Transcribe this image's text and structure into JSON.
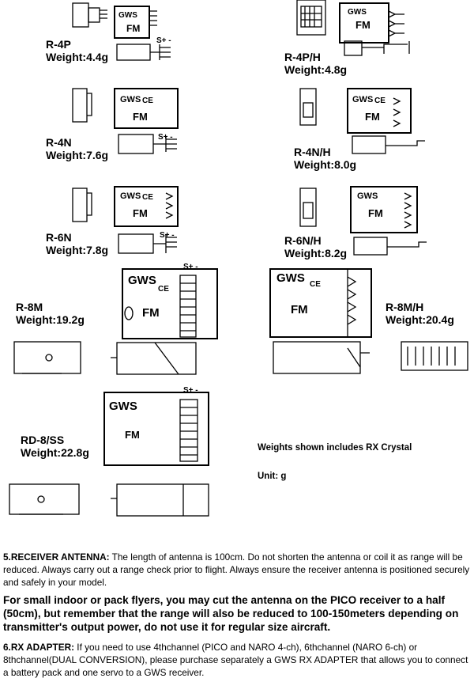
{
  "receivers": [
    {
      "model": "R-4P",
      "weight": "Weight:4.4g"
    },
    {
      "model": "R-4P/H",
      "weight": "Weight:4.8g"
    },
    {
      "model": "R-4N",
      "weight": "Weight:7.6g"
    },
    {
      "model": "R-4N/H",
      "weight": "Weight:8.0g"
    },
    {
      "model": "R-6N",
      "weight": "Weight:7.8g"
    },
    {
      "model": "R-6N/H",
      "weight": "Weight:8.2g"
    },
    {
      "model": "R-8M",
      "weight": "Weight:19.2g"
    },
    {
      "model": "R-8M/H",
      "weight": "Weight:20.4g"
    },
    {
      "model": "RD-8/SS",
      "weight": "Weight:22.8g"
    }
  ],
  "notes": {
    "weights": "Weights shown includes RX Crystal",
    "unit": "Unit: g"
  },
  "labels": {
    "brand": "GWS",
    "fm": "FM",
    "ce": "CE",
    "sign": "S+ -"
  },
  "sections": {
    "antenna_title": "5.RECEIVER ANTENNA:",
    "antenna_body": " The length of antenna is 100cm. Do not shorten the antenna or coil it as range will be reduced. Always carry out a range check prior to flight. Always ensure the receiver antenna is positioned securely and safely in your model.",
    "small_flyers": "For small indoor or pack flyers, you may cut the antenna on the PICO receiver to a half (50cm), but remember that the range will also be reduced to 100-150meters depending on transmitter's output power, do not use it for regular size aircraft.",
    "adapter_title": "6.RX ADAPTER:",
    "adapter_body": " If you need to use 4thchannel (PICO and NARO 4-ch), 6thchannel (NARO 6-ch) or 8thchannel(DUAL CONVERSION), please purchase separately a GWS RX ADAPTER that allows you to connect a battery pack and one servo to a GWS receiver."
  }
}
